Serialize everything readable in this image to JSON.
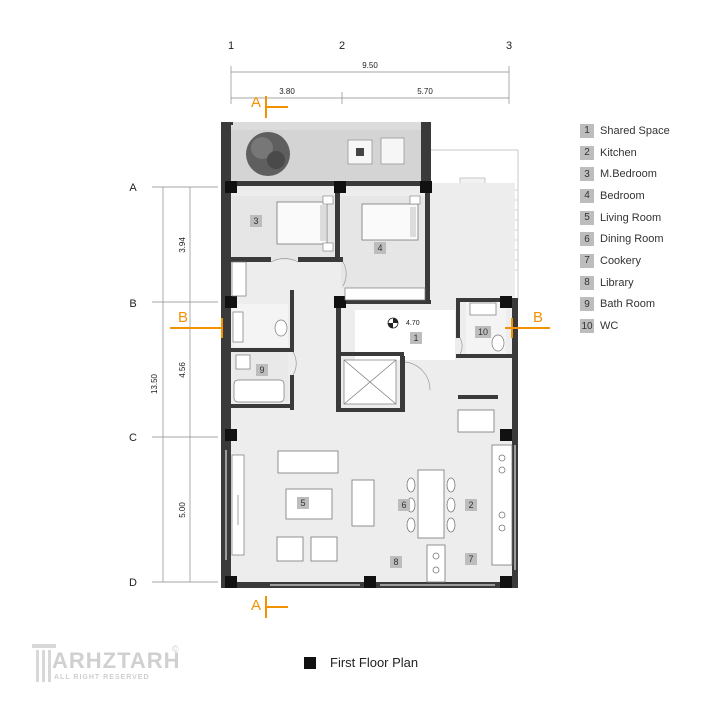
{
  "grid": {
    "columns": [
      "1",
      "2",
      "3"
    ],
    "rows": [
      "A",
      "B",
      "C",
      "D"
    ]
  },
  "dimensions": {
    "top_total": "9.50",
    "top_left": "3.80",
    "top_right": "5.70",
    "left_total": "13.50",
    "left_ab": "3.94",
    "left_bc": "4.56",
    "left_cd": "5.00",
    "inner": "4.70"
  },
  "section_marks": {
    "a": "A",
    "b": "B"
  },
  "room_tags": [
    "1",
    "2",
    "3",
    "4",
    "5",
    "6",
    "7",
    "8",
    "9",
    "10"
  ],
  "legend": [
    {
      "num": "1",
      "label": "Shared Space"
    },
    {
      "num": "2",
      "label": "Kitchen"
    },
    {
      "num": "3",
      "label": "M.Bedroom"
    },
    {
      "num": "4",
      "label": "Bedroom"
    },
    {
      "num": "5",
      "label": "Living Room"
    },
    {
      "num": "6",
      "label": "Dining Room"
    },
    {
      "num": "7",
      "label": "Cookery"
    },
    {
      "num": "8",
      "label": "Library"
    },
    {
      "num": "9",
      "label": "Bath Room"
    },
    {
      "num": "10",
      "label": "WC"
    }
  ],
  "title": "First Floor Plan",
  "logo": {
    "name": "ARHZTARH",
    "tagline": "ALL RIGHT RESERVED",
    "mark": "©"
  },
  "colors": {
    "section": "#f39200",
    "wall": "#3a3a3a",
    "floor": "#ededed",
    "tag": "#bdbdbd"
  }
}
